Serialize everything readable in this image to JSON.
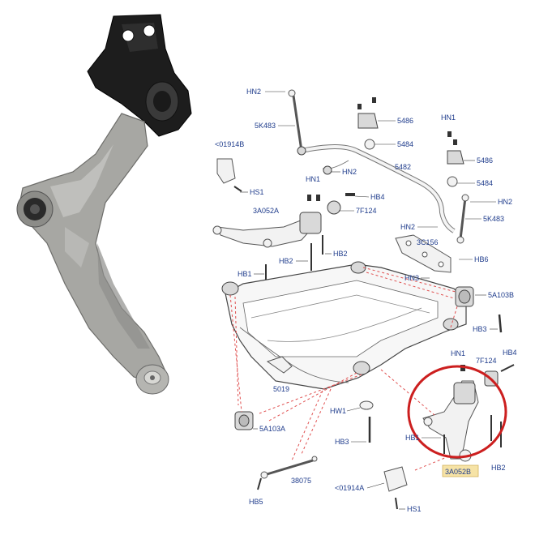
{
  "callouts": {
    "hn2_a": "HN2",
    "k5483_a": "5K483",
    "c01914b": "<01914B",
    "hs1_a": "HS1",
    "k3a052a": "3A052A",
    "hn1_a": "HN1",
    "hb4_a": "HB4",
    "f7124_a": "7F124",
    "hn2_b": "HN2",
    "p5486_a": "5486",
    "p5484_a": "5484",
    "p5482": "5482",
    "hn1_b": "HN1",
    "p5486_b": "5486",
    "p5484_b": "5484",
    "hn2_c": "HN2",
    "k5483_b": "5K483",
    "hn2_d": "HN2",
    "c156": "3C156",
    "hb6": "HB6",
    "hb2_a": "HB2",
    "hb2_b": "HB2",
    "hb1_a": "HB1",
    "hn3": "HN3",
    "a103b": "5A103B",
    "hb3_a": "HB3",
    "hn1_c": "HN1",
    "f7124_b": "7F124",
    "hb4_b": "HB4",
    "p5019": "5019",
    "hw1": "HW1",
    "a103a": "5A103A",
    "hb3_b": "HB3",
    "hb1_b": "HB1",
    "hb2_c": "HB2",
    "a052b": "3A052B",
    "p38075": "38075",
    "c01914a": "<01914A",
    "hb5": "HB5",
    "hs1_b": "HS1"
  },
  "colors": {
    "label_text": "#1f3c8c",
    "highlight_circle": "#cc1f1f",
    "highlight_box": "#f6e3a6",
    "leader_red": "#e05050"
  }
}
